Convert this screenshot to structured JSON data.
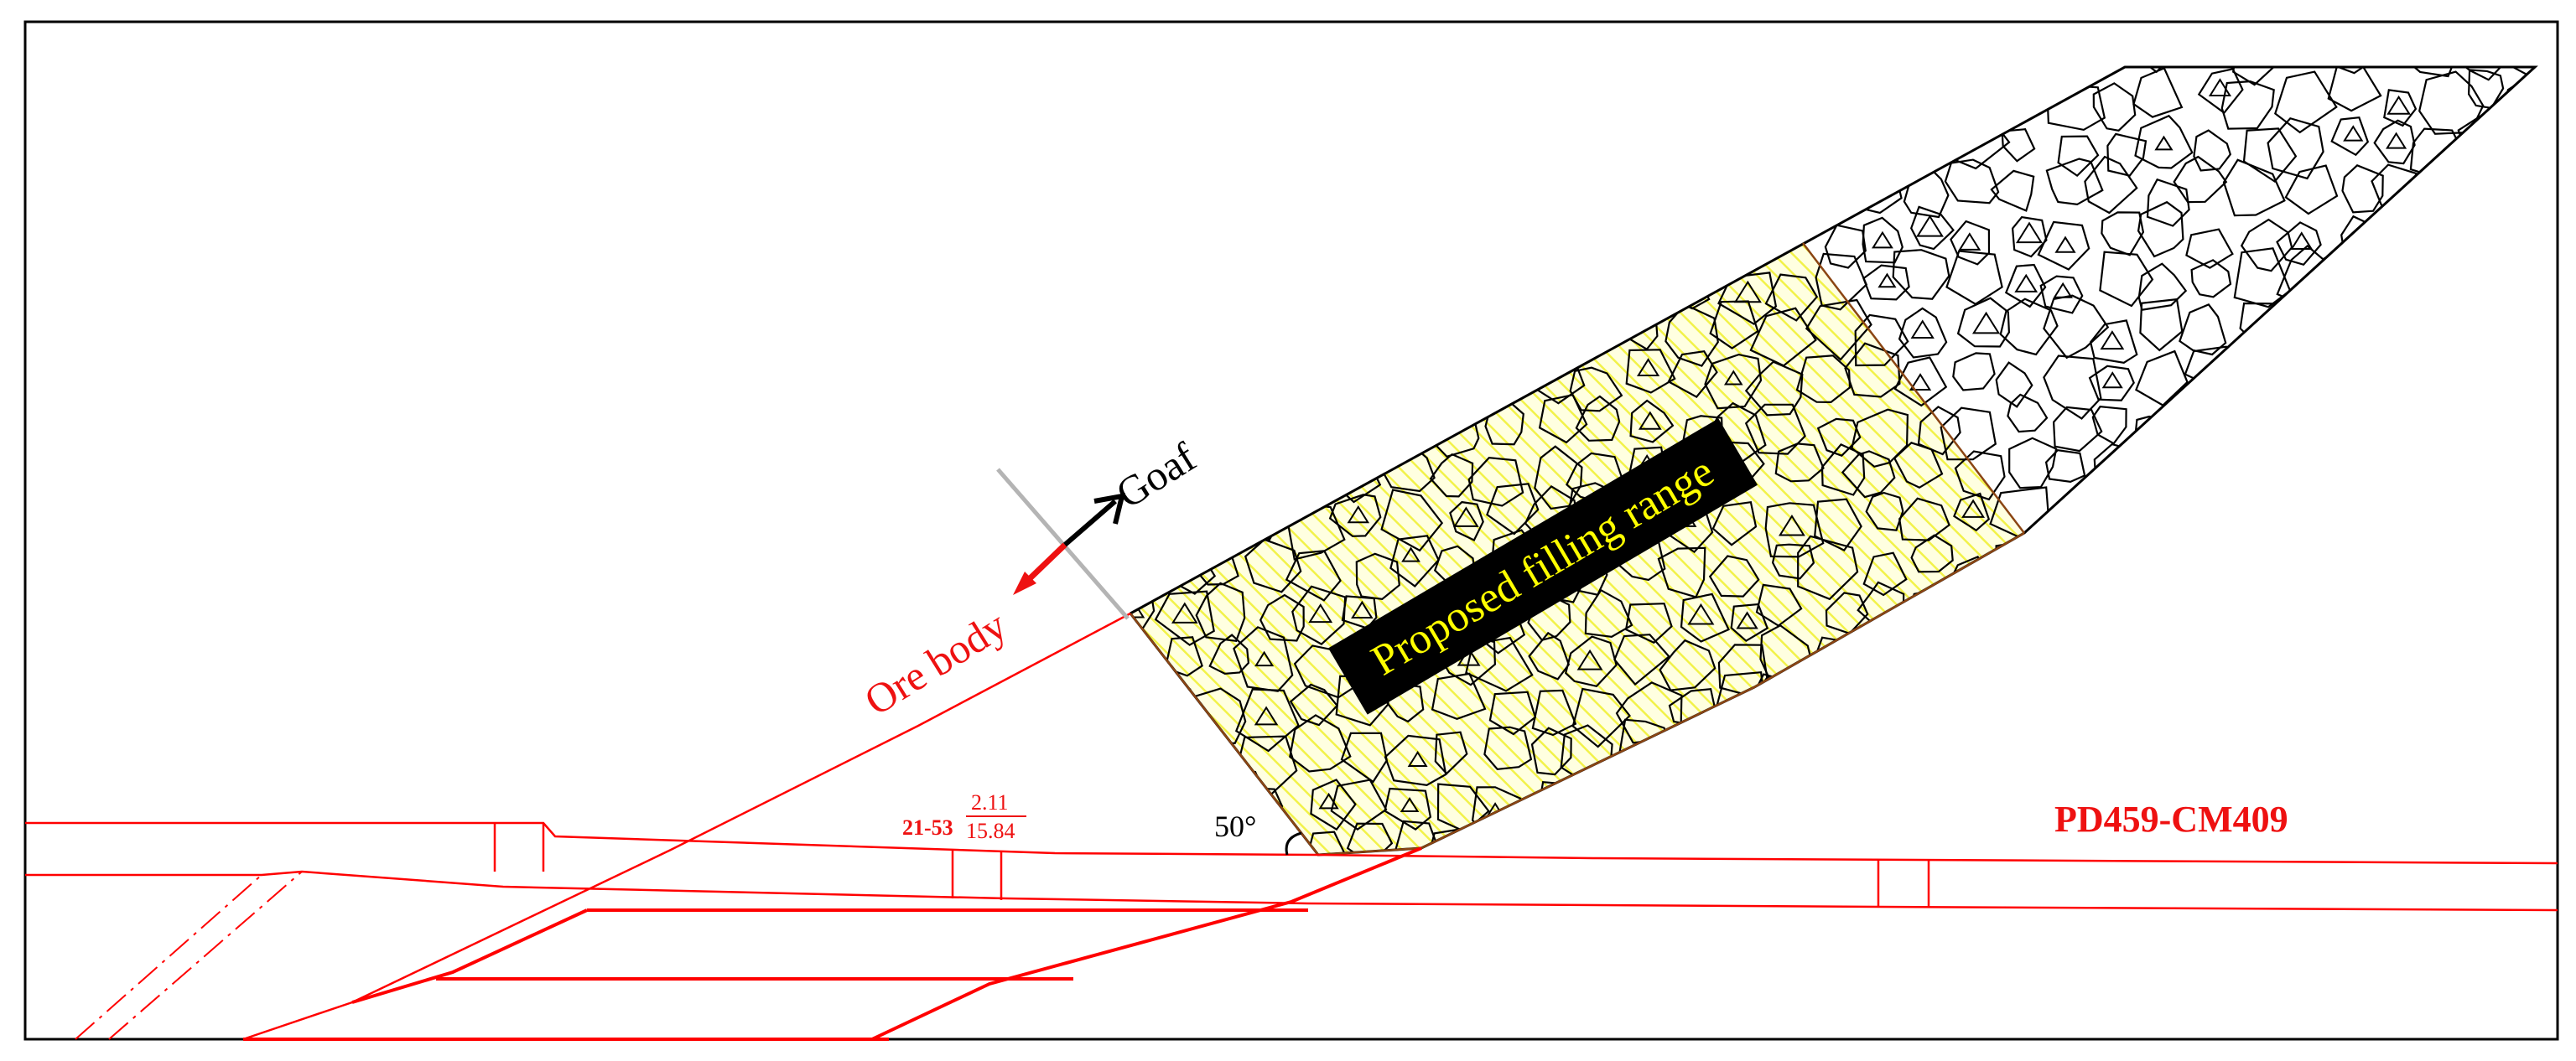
{
  "labels": {
    "filling_range": "Proposed filling range",
    "ore_body": "Ore body",
    "goaf": "Goaf",
    "angle": "50°",
    "tunnel_code": "PD459-CM409",
    "elevation_code": "21-53",
    "elevation_numerator": "2.11",
    "elevation_denominator": "15.84"
  },
  "colors": {
    "background": "#ffffff",
    "frame": "#000000",
    "drift_lines": "#ff0000",
    "rock_outline": "#000000",
    "filling_hatch": "#f2f24a",
    "filling_fill": "#ffffe0",
    "label_box": "#000000",
    "label_text": "#ffff00",
    "ore_arrow": "#ee1111",
    "goaf_arrow": "#000000",
    "boundary_line": "#b4b4b4"
  },
  "icons": {
    "ore_direction": "arrow-left-down-icon",
    "goaf_direction": "arrow-right-up-icon"
  }
}
